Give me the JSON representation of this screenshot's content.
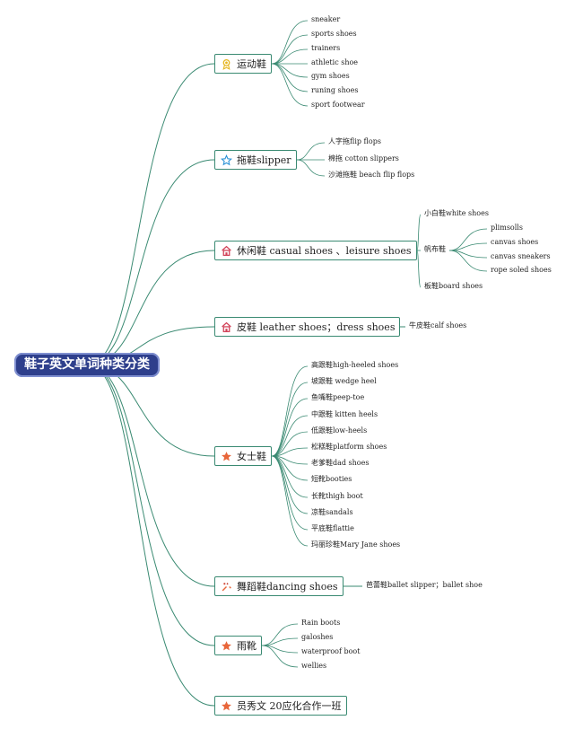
{
  "root": {
    "label": "鞋子英文单词种类分类"
  },
  "branches": [
    {
      "key": "sport",
      "label": "运动鞋",
      "icon": "medal-icon",
      "leaves": [
        "sneaker",
        "sports shoes",
        "trainers",
        "athletic shoe",
        "gym shoes",
        "runing shoes",
        "sport footwear"
      ]
    },
    {
      "key": "slipper",
      "label": "拖鞋slipper",
      "icon": "star-outline-icon",
      "leaves": [
        "人字拖flip flops",
        "棉拖 cotton slippers",
        "沙滩拖鞋 beach flip flops"
      ]
    },
    {
      "key": "casual",
      "label": "休闲鞋 casual shoes 、leisure shoes",
      "icon": "home-icon",
      "leaves": [
        "小白鞋white shoes",
        "帆布鞋",
        "板鞋board shoes"
      ],
      "sub": [
        "plimsolls",
        "canvas shoes",
        "canvas sneakers",
        "rope soled shoes"
      ]
    },
    {
      "key": "leather",
      "label": "皮鞋 leather shoes；dress shoes",
      "icon": "home-icon",
      "leaves": [
        "牛皮鞋calf shoes"
      ]
    },
    {
      "key": "women",
      "label": "女士鞋",
      "icon": "star-icon",
      "leaves": [
        "高跟鞋high-heeled shoes",
        "坡跟鞋 wedge heel",
        "鱼嘴鞋peep-toe",
        "中跟鞋 kitten heels",
        "低跟鞋low-heels",
        "松糕鞋platform shoes",
        "老爹鞋dad shoes",
        "短靴booties",
        "长靴thigh boot",
        "凉鞋sandals",
        "平底鞋flattie",
        "玛丽珍鞋Mary Jane shoes"
      ]
    },
    {
      "key": "dance",
      "label": "舞蹈鞋dancing shoes",
      "icon": "tools-icon",
      "leaves": [
        "芭蕾鞋ballet slipper；ballet shoe"
      ]
    },
    {
      "key": "rain",
      "label": "雨靴",
      "icon": "star-icon",
      "leaves": [
        "Rain boots",
        "galoshes",
        "waterproof boot",
        "wellies"
      ]
    },
    {
      "key": "author",
      "label": "员秀文 20应化合作一班",
      "icon": "star-icon",
      "leaves": []
    }
  ],
  "colors": {
    "line": "#3a8a72",
    "root": "#2e3f8c",
    "star": "#e8663a",
    "medal": "#e5b51e",
    "star_outline": "#2a92d6",
    "home": "#d2445a"
  }
}
